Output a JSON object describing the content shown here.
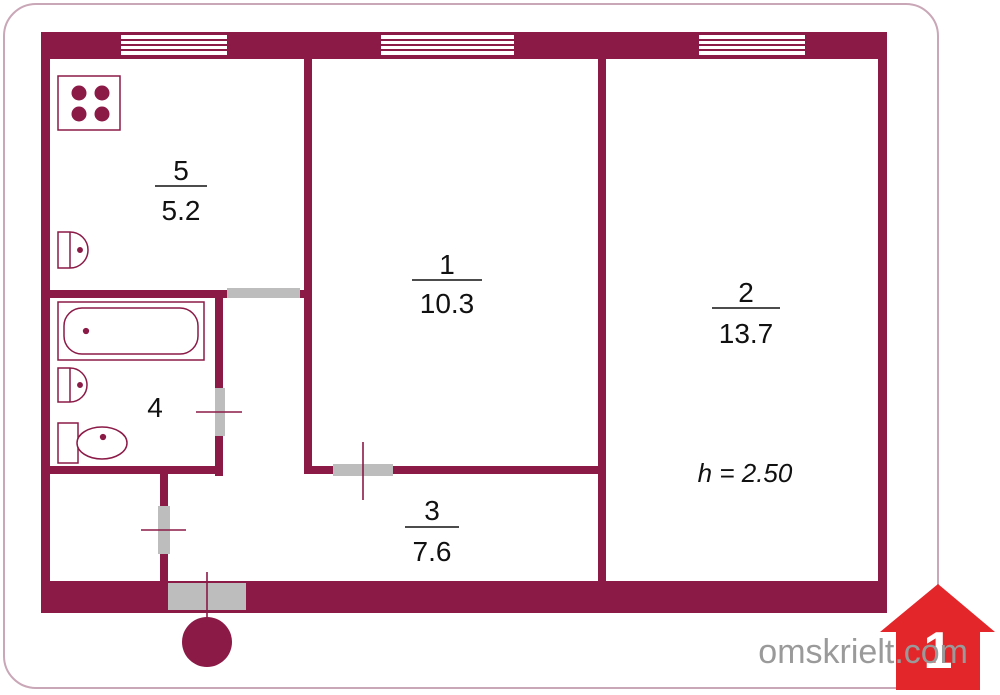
{
  "rooms": [
    {
      "number": "5",
      "area": "5.2"
    },
    {
      "number": "1",
      "area": "10.3"
    },
    {
      "number": "2",
      "area": "13.7"
    },
    {
      "number": "4",
      "area": ""
    },
    {
      "number": "3",
      "area": "7.6"
    }
  ],
  "ceiling_height": "h = 2.50",
  "brand": {
    "site": "omskrielt.com",
    "logo_digit": "1"
  },
  "colors": {
    "wall": "#8B1A47",
    "door": "#BDBDBD",
    "fixture_outline": "#8B1A47",
    "logo_red": "#E3262A"
  }
}
